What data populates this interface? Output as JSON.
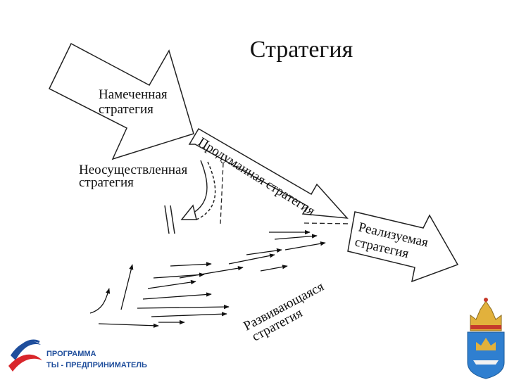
{
  "title": "Стратегия",
  "labels": {
    "intended_line1": "Намеченная",
    "intended_line2": "стратегия",
    "unrealized_line1": "Неосуществленная",
    "unrealized_line2": "стратегия",
    "deliberate": "Продуманная стратегия",
    "realized_line1": "Реализуемая",
    "realized_line2": "стратегия",
    "emergent_line1": "Развивающаяся",
    "emergent_line2": "стратегия"
  },
  "logo": {
    "line1": "ПРОГРАММА",
    "line2": "ТЫ - ПРЕДПРИНИМАТЕЛЬ",
    "colors": {
      "blue": "#1f4e9c",
      "red": "#d9262b"
    }
  },
  "emblem": {
    "icon": "coat-of-arms-icon",
    "colors": {
      "shield": "#2f7fd0",
      "gold": "#e2b13c",
      "red": "#c63a2b"
    }
  }
}
